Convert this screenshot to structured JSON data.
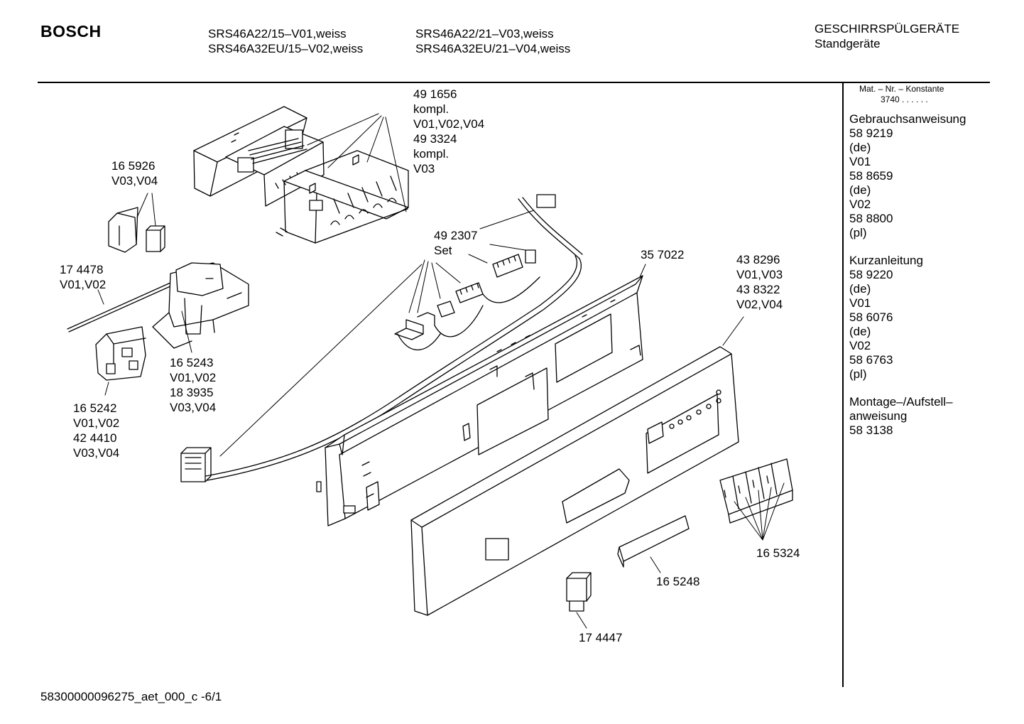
{
  "header": {
    "brand": "BOSCH",
    "models": [
      "SRS46A22/15–V01,weiss",
      "SRS46A32EU/15–V02,weiss",
      "SRS46A22/21–V03,weiss",
      "SRS46A32EU/21–V04,weiss"
    ],
    "category": "GESCHIRRSPÜLGERÄTE",
    "subcategory": "Standgeräte"
  },
  "sidebar": {
    "konstante_label": "Mat. – Nr. – Konstante",
    "konstante_value": "3740 .  .  .  .  .  .",
    "groups": [
      [
        "Gebrauchsanweisung",
        "58 9219",
        "(de)",
        "V01",
        "58 8659",
        "(de)",
        "V02",
        "58 8800",
        "(pl)"
      ],
      [
        "Kurzanleitung",
        "58 9220",
        "(de)",
        "V01",
        "58 6076",
        "(de)",
        "V02",
        "58 6763",
        "(pl)"
      ],
      [
        "Montage–/Aufstell–",
        "anweisung",
        "58 3138"
      ]
    ]
  },
  "callouts": [
    [
      "49 1656",
      "kompl.",
      "V01,V02,V04",
      "49 3324",
      "kompl.",
      "V03"
    ],
    [
      "16 5926",
      "V03,V04"
    ],
    [
      "17 4478",
      "V01,V02"
    ],
    [
      "49 2307",
      "Set"
    ],
    [
      "35 7022"
    ],
    [
      "43 8296",
      "V01,V03",
      "43 8322",
      "V02,V04"
    ],
    [
      "16 5243",
      "V01,V02",
      "18 3935",
      "V03,V04"
    ],
    [
      "16 5242",
      "V01,V02",
      "42 4410",
      "V03,V04"
    ],
    [
      "16 5324"
    ],
    [
      "16 5248"
    ],
    [
      "17 4447"
    ]
  ],
  "footer": {
    "code": "58300000096275_aet_000_c   -6/1"
  }
}
